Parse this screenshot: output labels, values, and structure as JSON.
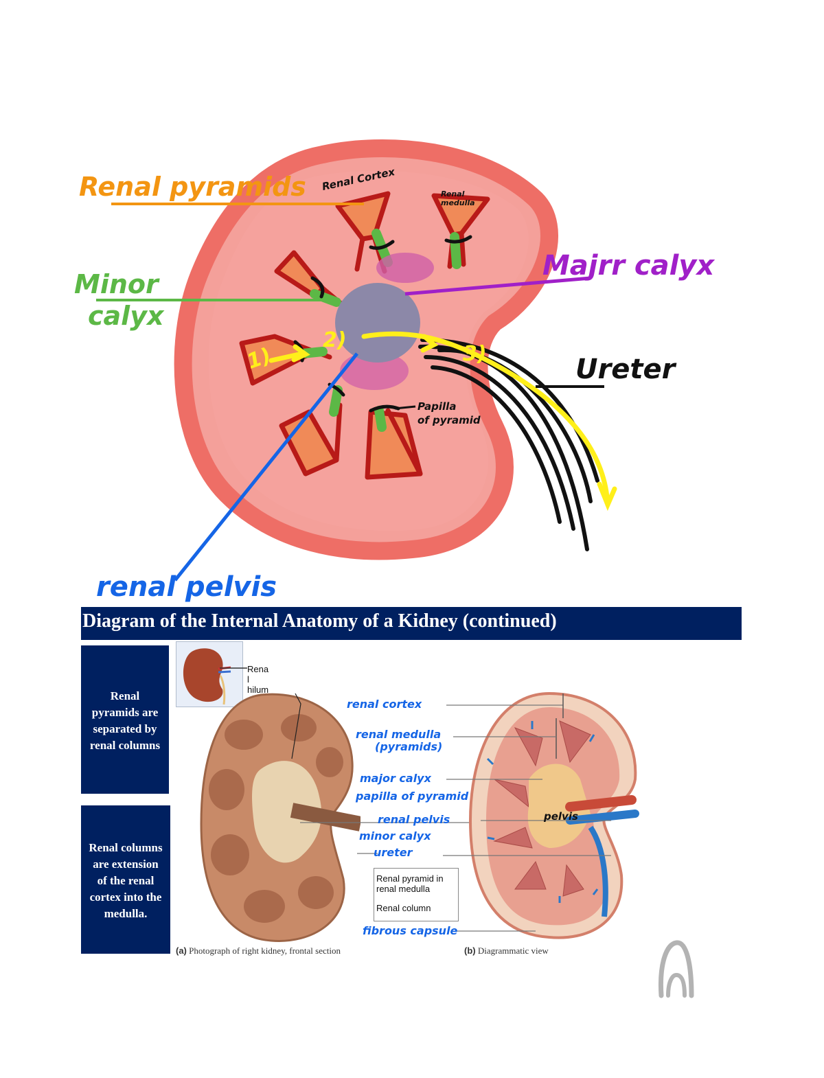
{
  "handwritten": {
    "renal_pyramids": "Renal pyramids",
    "renal_cortex": "Renal Cortex",
    "renal_medulla": "Renal medulla",
    "minor_calyx_line1": "Minor",
    "minor_calyx_line2": "calyx",
    "major_calyx": "Majrr calyx",
    "ureter": "Ureter",
    "papilla": "Papilla",
    "of_pyramid": "of pyramid",
    "renal_pelvis": "renal pelvis",
    "step1": "1)",
    "step2": "2)",
    "step3": "3)"
  },
  "slide": {
    "title": "Diagram of the Internal Anatomy of a Kidney (continued)",
    "box1": [
      "Renal",
      "pyramids are",
      "separated by",
      "renal columns"
    ],
    "box2": [
      "Renal columns",
      "are extension",
      "of the renal",
      "cortex into the",
      "medulla."
    ],
    "hilum_label": [
      "Rena",
      "l",
      "hilum"
    ],
    "printed_pyramid": [
      "Renal pyramid in",
      "renal medulla"
    ],
    "printed_column": "Renal column",
    "caption_a_letter": "(a)",
    "caption_a": "Photograph of right kidney, frontal section",
    "caption_b_letter": "(b)",
    "caption_b": "Diagrammatic view"
  },
  "annotations": {
    "renal_cortex": "renal cortex",
    "renal_medulla": "renal medulla",
    "pyramids": "(pyramids)",
    "major_calyx": "major calyx",
    "papilla_of_pyramid": "papilla of pyramid",
    "renal_pelvis": "renal pelvis",
    "minor_calyx": "minor calyx",
    "ureter": "ureter",
    "fibrous_capsule": "fibrous capsule",
    "pelvis": "pelvis"
  },
  "colors": {
    "navy": "#002060",
    "orange": "#f39512",
    "green": "#5cb846",
    "purple": "#a020c8",
    "blue": "#1565e6",
    "yellow": "#ffef1a"
  }
}
